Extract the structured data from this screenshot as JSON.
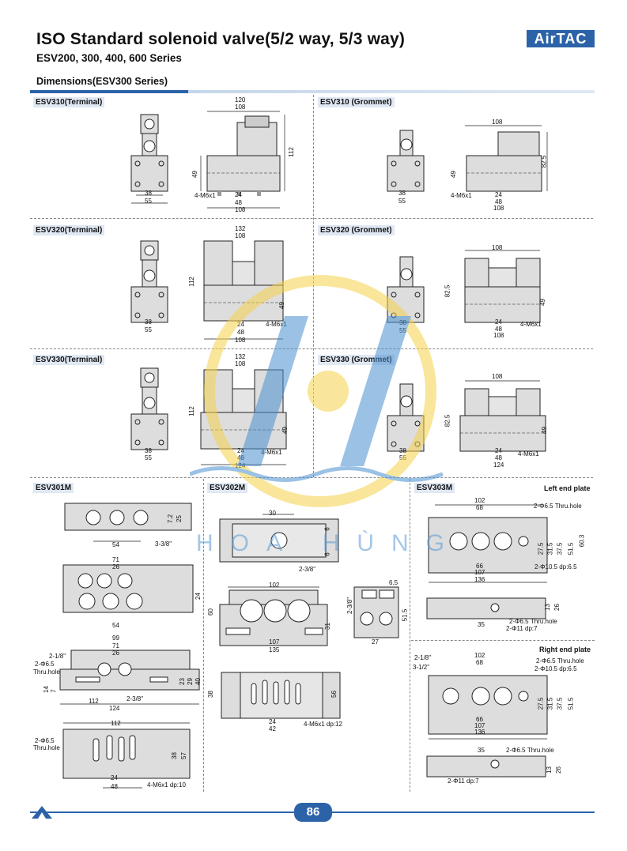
{
  "header": {
    "title": "ISO Standard solenoid valve(5/2 way, 5/3 way)",
    "subtitle": "ESV200, 300, 400, 600 Series",
    "brand": "AirTAC",
    "brand_color": "#2c63a8"
  },
  "section": {
    "title": "Dimensions(ESV300 Series)"
  },
  "labels": {
    "esv310t": "ESV310(Terminal)",
    "esv310g": "ESV310 (Grommet)",
    "esv320t": "ESV320(Terminal)",
    "esv320g": "ESV320 (Grommet)",
    "esv330t": "ESV330(Terminal)",
    "esv330g": "ESV330 (Grommet)",
    "esv301m": "ESV301M",
    "esv302m": "ESV302M",
    "esv303m": "ESV303M",
    "left_end": "Left end plate",
    "right_end": "Right end plate"
  },
  "dims": {
    "d120": "120",
    "d108": "108",
    "d112": "112",
    "d49": "49",
    "d38": "38",
    "d55": "55",
    "d24": "24",
    "d48": "48",
    "d4m6": "4-M6x1",
    "d825": "82.5",
    "d132": "132",
    "d124": "124",
    "d54": "54",
    "d25": "25",
    "d72": "7.2",
    "d338": "3-3/8\"",
    "d71": "71",
    "d26": "26",
    "d99": "99",
    "d218": "2-1/8\"",
    "d265": "2-Φ6.5",
    "thru": "Thru.hole",
    "d14": "14",
    "d7": "7",
    "d23": "23",
    "d29": "29",
    "d40": "40",
    "d238": "2-3/8\"",
    "d4m6dp10": "4-M6x1 dp:10",
    "d57": "57",
    "d30": "30",
    "d6": "6",
    "d102": "102",
    "d60": "60",
    "d31": "31",
    "d107": "107",
    "d135": "135",
    "d65": "6.5",
    "d515": "51.5",
    "d27": "27",
    "d56": "56",
    "d42": "42",
    "d4m6dp12": "4-M6x1 dp:12",
    "d68": "68",
    "d265thru": "2-Φ6.5 Thru.hole",
    "d275": "27.5",
    "d315": "31.5",
    "d375": "37.5",
    "d603": "60.3",
    "d66": "66",
    "d136": "136",
    "d2105": "2-Φ10.5 dp:6.5",
    "d35": "35",
    "d13": "13",
    "d2611": "2-Φ11 dp:7",
    "d312": "3-1/2\"",
    "d26v": "26"
  },
  "watermark": {
    "text": "HOA HÙNG"
  },
  "footer": {
    "page": "86"
  }
}
